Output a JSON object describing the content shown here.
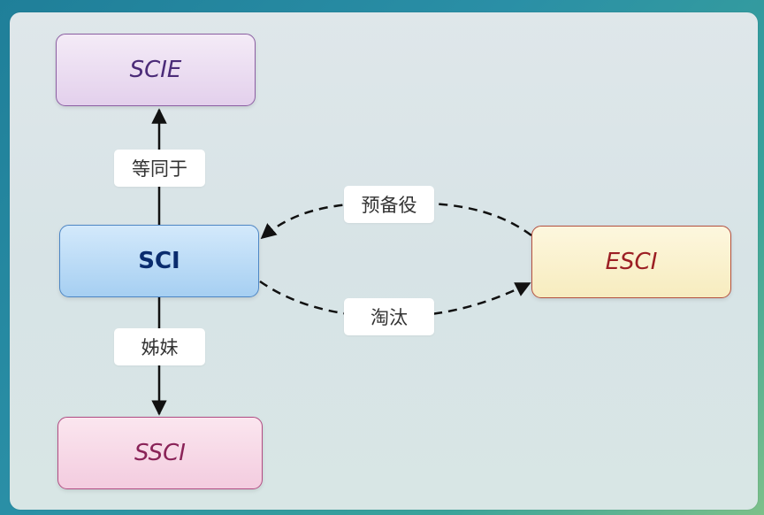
{
  "nodes": {
    "scie": "SCIE",
    "sci": "SCI",
    "ssci": "SSCI",
    "esci": "ESCI"
  },
  "edge_labels": {
    "sci_to_scie": "等同于",
    "sci_to_ssci": "姊妹",
    "esci_to_sci": "预备役",
    "sci_to_esci": "淘汰"
  },
  "colors": {
    "scie_text": "#4b2b78",
    "sci_text": "#0a2c6e",
    "ssci_text": "#8a2358",
    "esci_text": "#9c1f24",
    "edge": "#111111"
  }
}
